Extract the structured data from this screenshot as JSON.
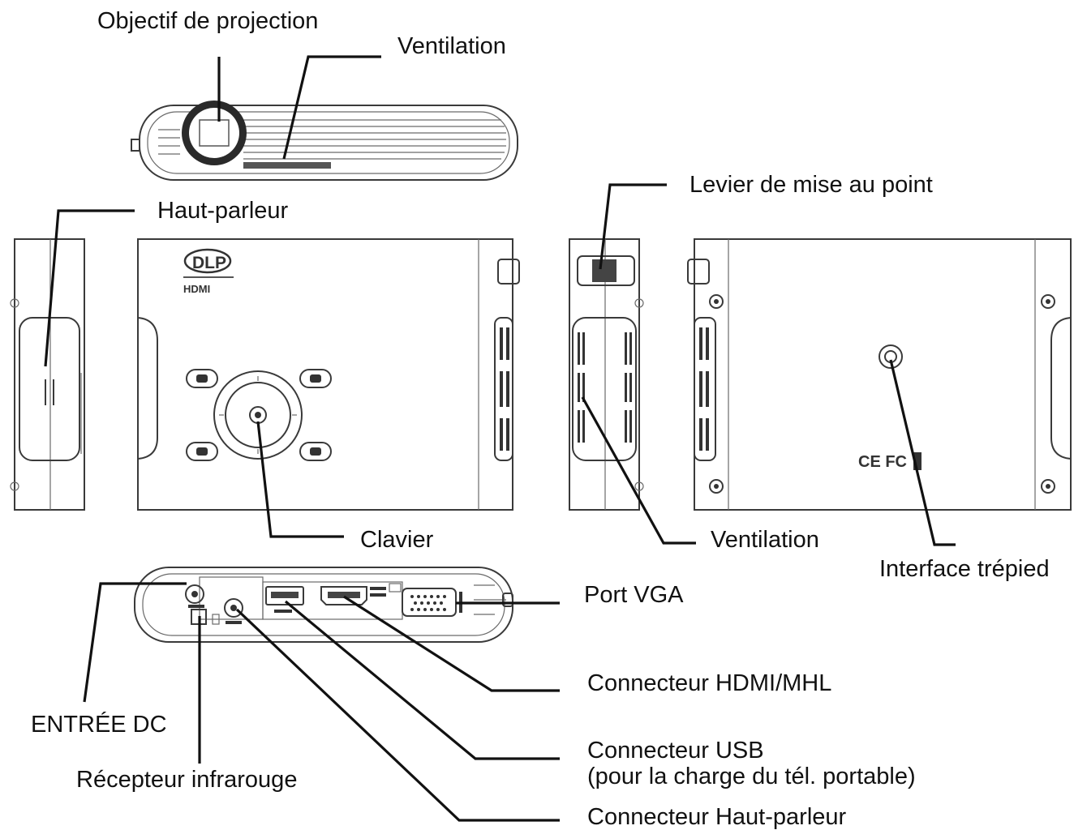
{
  "labels": {
    "objectif": "Objectif de projection",
    "ventilation_top": "Ventilation",
    "levier": "Levier de mise au point",
    "haut_parleur": "Haut-parleur",
    "clavier": "Clavier",
    "ventilation_side": "Ventilation",
    "interface_trepied": "Interface trépied",
    "port_vga": "Port VGA",
    "hdmi_mhl": "Connecteur HDMI/MHL",
    "entree_dc": "ENTRÉE DC",
    "usb_line1": "Connecteur USB",
    "usb_line2": "(pour la charge du tél. portable)",
    "recepteur_ir": "Récepteur infrarouge",
    "haut_parleur_conn": "Connecteur Haut-parleur"
  },
  "device_marks": {
    "brand": "DLP",
    "interface": "HDMI",
    "certifications": "CE FC"
  }
}
